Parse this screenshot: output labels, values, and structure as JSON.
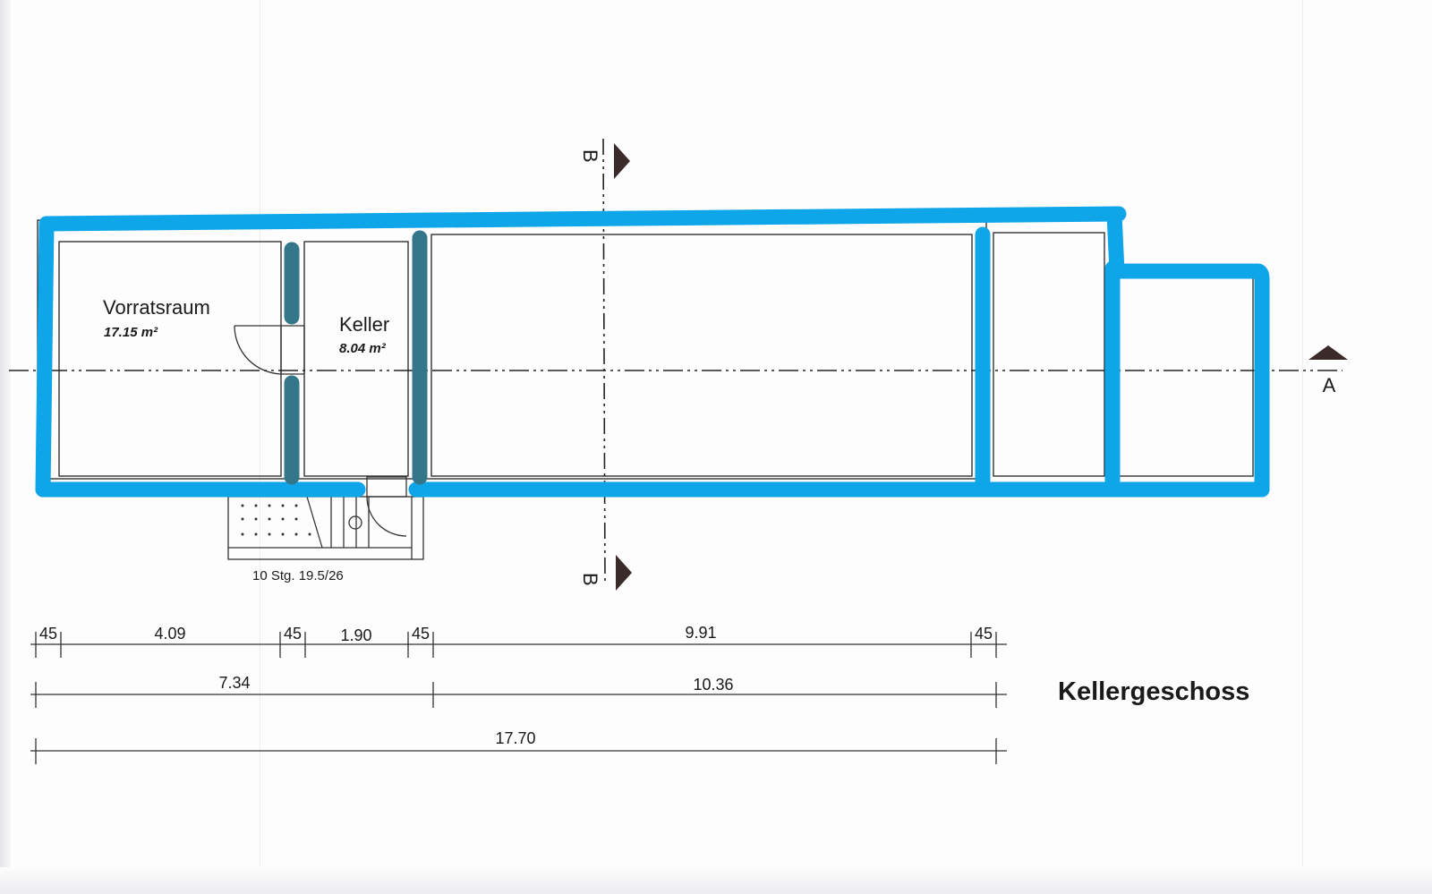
{
  "drawing": {
    "title": "Kellergeschoss",
    "rooms": [
      {
        "name": "Vorratsraum",
        "area": "17.15 m²"
      },
      {
        "name": "Keller",
        "area": "8.04 m²"
      }
    ],
    "stair_label": "10 Stg. 19.5/26",
    "section_markers": {
      "b_top": "B",
      "b_bottom": "B",
      "a_right": "A"
    },
    "dimensions": {
      "row1": [
        "45",
        "4.09",
        "45",
        "1.90",
        "45",
        "9.91",
        "45"
      ],
      "row2": [
        "7.34",
        "10.36"
      ],
      "row3": [
        "17.70"
      ]
    }
  },
  "colors": {
    "outline_highlight": "#0ea5e9",
    "partition_highlight": "#35778a",
    "line": "#333333",
    "marker": "#3a2a2a"
  }
}
